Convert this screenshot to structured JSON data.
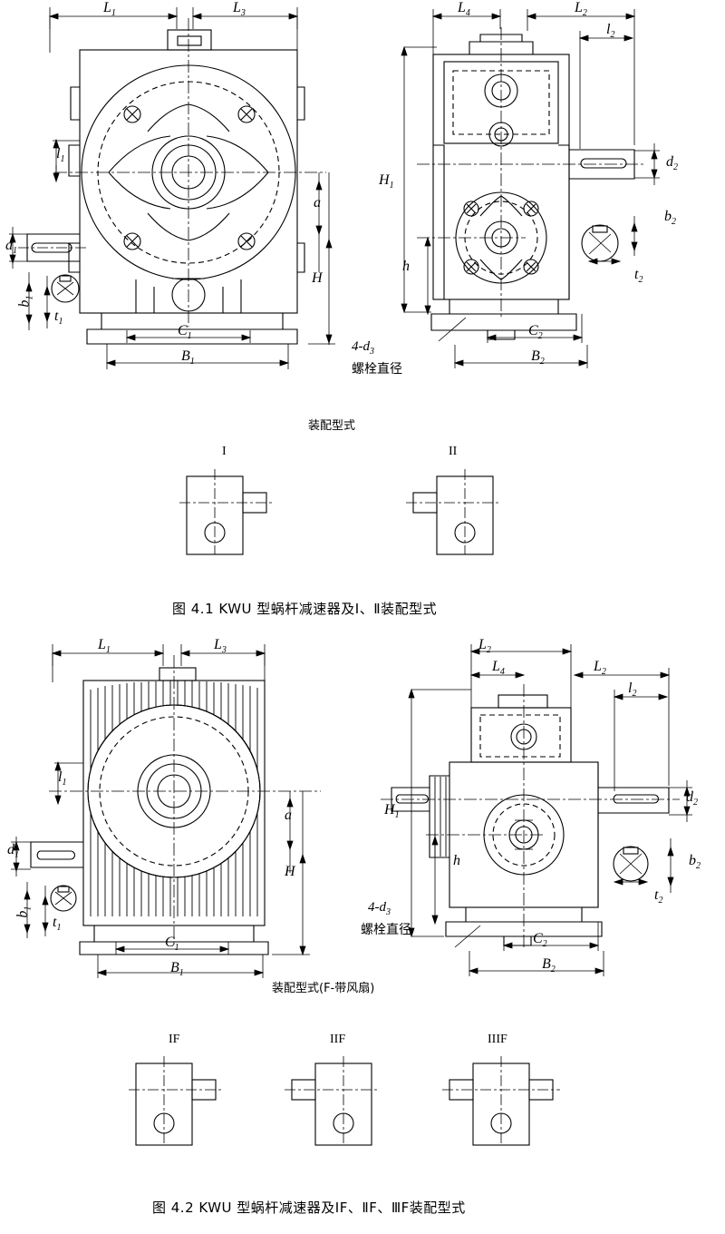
{
  "figure1": {
    "caption": "图 4.1    KWU 型蜗杆减速器及Ⅰ、Ⅱ装配型式",
    "assembly_title": "装配型式",
    "variants": [
      {
        "label": "I"
      },
      {
        "label": "II"
      }
    ],
    "left_view_dims": [
      "L₁",
      "L₃",
      "l₁",
      "d₁",
      "b₁",
      "t₁",
      "C₁",
      "B₁",
      "a",
      "H"
    ],
    "right_view_dims": [
      "L₄",
      "L₂",
      "l₂",
      "H₁",
      "h",
      "d₂",
      "b₂",
      "t₂",
      "C₂",
      "B₂"
    ],
    "bolt_note_code": "4-d₃",
    "bolt_note_text": "螺栓直径",
    "dims": {
      "L1": "L",
      "L1s": "1",
      "L3": "L",
      "L3s": "3",
      "L4": "L",
      "L4s": "4",
      "L2": "L",
      "L2s": "2",
      "l1": "l",
      "l1s": "1",
      "l2": "l",
      "l2s": "2",
      "d1": "d",
      "d1s": "1",
      "d2": "d",
      "d2s": "2",
      "d3": "d",
      "d3s": "3",
      "b1": "b",
      "b1s": "1",
      "b2": "b",
      "b2s": "2",
      "t1": "t",
      "t1s": "1",
      "t2": "t",
      "t2s": "2",
      "C1": "C",
      "C1s": "1",
      "C2": "C",
      "C2s": "2",
      "B1": "B",
      "B1s": "1",
      "B2": "B",
      "B2s": "2",
      "H": "H",
      "H1": "H",
      "H1s": "1",
      "h": "h",
      "a": "a",
      "four": "4-"
    }
  },
  "figure2": {
    "caption": "图 4.2    KWU 型蜗杆减速器及ⅠF、ⅡF、ⅢF装配型式",
    "assembly_title": "装配型式(F-带风扇)",
    "variants": [
      {
        "label": "IF"
      },
      {
        "label": "IIF"
      },
      {
        "label": "IIIF"
      }
    ],
    "bolt_note_code": "4-d₃",
    "bolt_note_text": "螺栓直径"
  }
}
